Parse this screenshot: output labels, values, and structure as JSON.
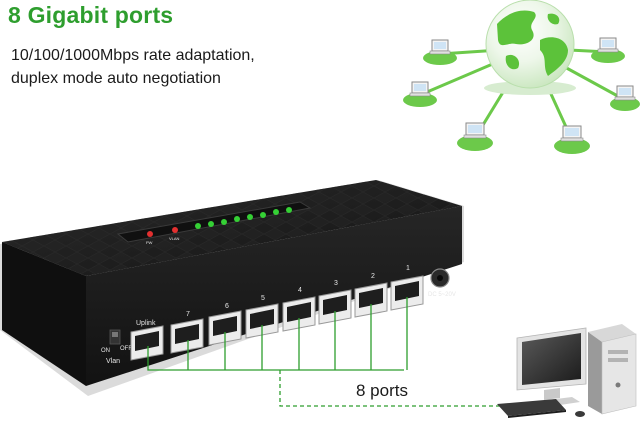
{
  "headline": "8 Gigabit ports",
  "subline": {
    "line1": "10/100/1000Mbps rate adaptation,",
    "line2": "duplex mode auto negotiation"
  },
  "switch": {
    "uplink_label": "Uplink",
    "port_numbers": [
      "7",
      "6",
      "5",
      "4",
      "3",
      "2",
      "1"
    ],
    "power_label": "DC 5~20V",
    "switch_on": "ON",
    "switch_off": "OFF",
    "vlan_label": "Vlan",
    "led_pwr": "PW",
    "led_vlan": "VLAN"
  },
  "ports_callout": "8 ports",
  "colors": {
    "accent_green": "#2e9e2e",
    "globe_green": "#5cc23a",
    "device_black": "#1c1c1c"
  }
}
